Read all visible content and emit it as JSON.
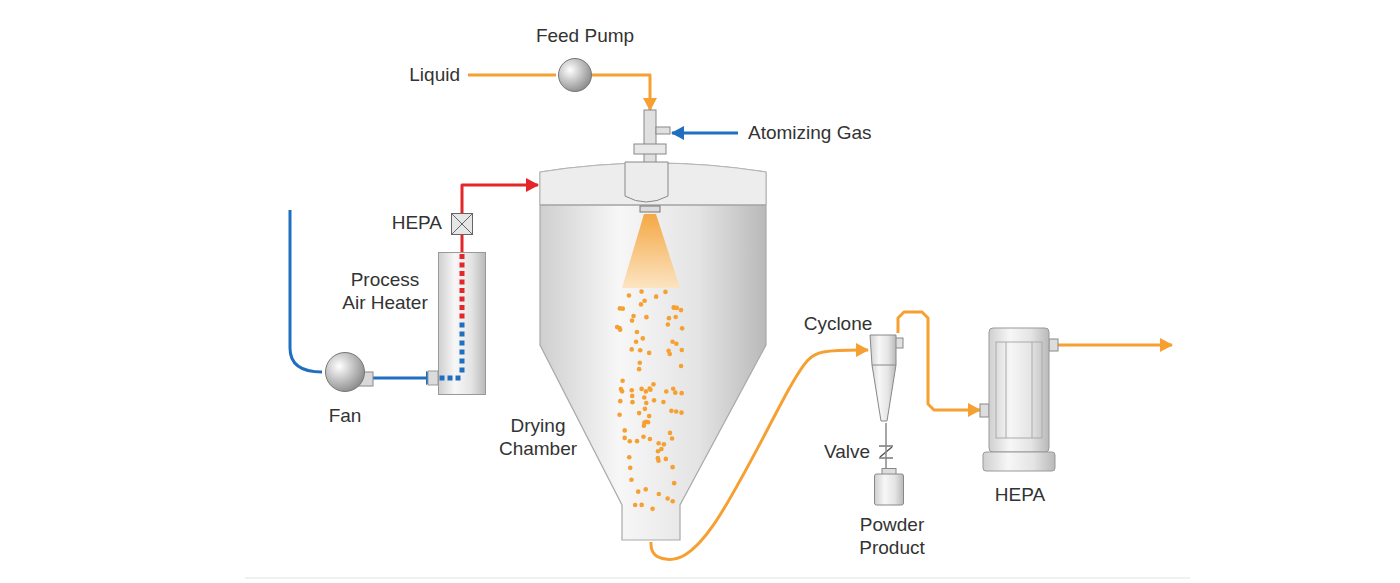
{
  "diagram": {
    "nodes": [
      {
        "text": [
          "Feed Pump"
        ]
      },
      {
        "text": [
          "HEPA"
        ]
      },
      {
        "text": [
          "Process Air Heater"
        ]
      },
      {
        "text": [
          "Fan"
        ]
      },
      {
        "text": [
          "Drying Chamber"
        ]
      },
      {
        "text": [
          "Cyclone"
        ]
      },
      {
        "text": [
          "Powder Product"
        ]
      },
      {
        "text": [
          "HEPA"
        ]
      }
    ],
    "edges": [
      {
        "from": 0,
        "to": 4,
        "arrow": "to"
      },
      {
        "from": 3,
        "to": 2,
        "arrow": "to"
      },
      {
        "from": 2,
        "to": 1,
        "arrow": "none"
      },
      {
        "from": 1,
        "to": 4,
        "arrow": "to"
      },
      {
        "from": 4,
        "to": 5,
        "arrow": "to"
      },
      {
        "from": 5,
        "to": 7,
        "arrow": "to"
      },
      {
        "from": 5,
        "to": 6,
        "arrow": "none"
      }
    ],
    "labels": [
      "Liquid",
      "Atomizing Gas",
      "Valve"
    ]
  }
}
